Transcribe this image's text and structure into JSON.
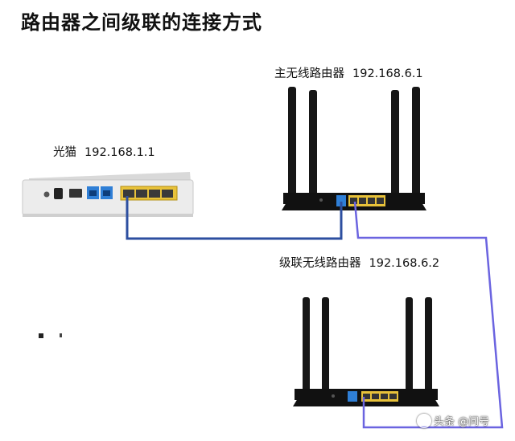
{
  "title": "路由器之间级联的连接方式",
  "modem": {
    "name": "光猫",
    "ip": "192.168.1.1"
  },
  "main_router": {
    "name": "主无线路由器",
    "ip": "192.168.6.1"
  },
  "cascade_router": {
    "name": "级联无线路由器",
    "ip": "192.168.6.2"
  },
  "watermark": {
    "text": "头条 @问号"
  },
  "colors": {
    "cable_blue": "#2d4fa0",
    "cable_purple": "#6b64e0",
    "wan_port": "#2f7fd6",
    "lan_port": "#e8c23a",
    "router_body": "#111111",
    "modem_body": "#e9e9e9"
  }
}
